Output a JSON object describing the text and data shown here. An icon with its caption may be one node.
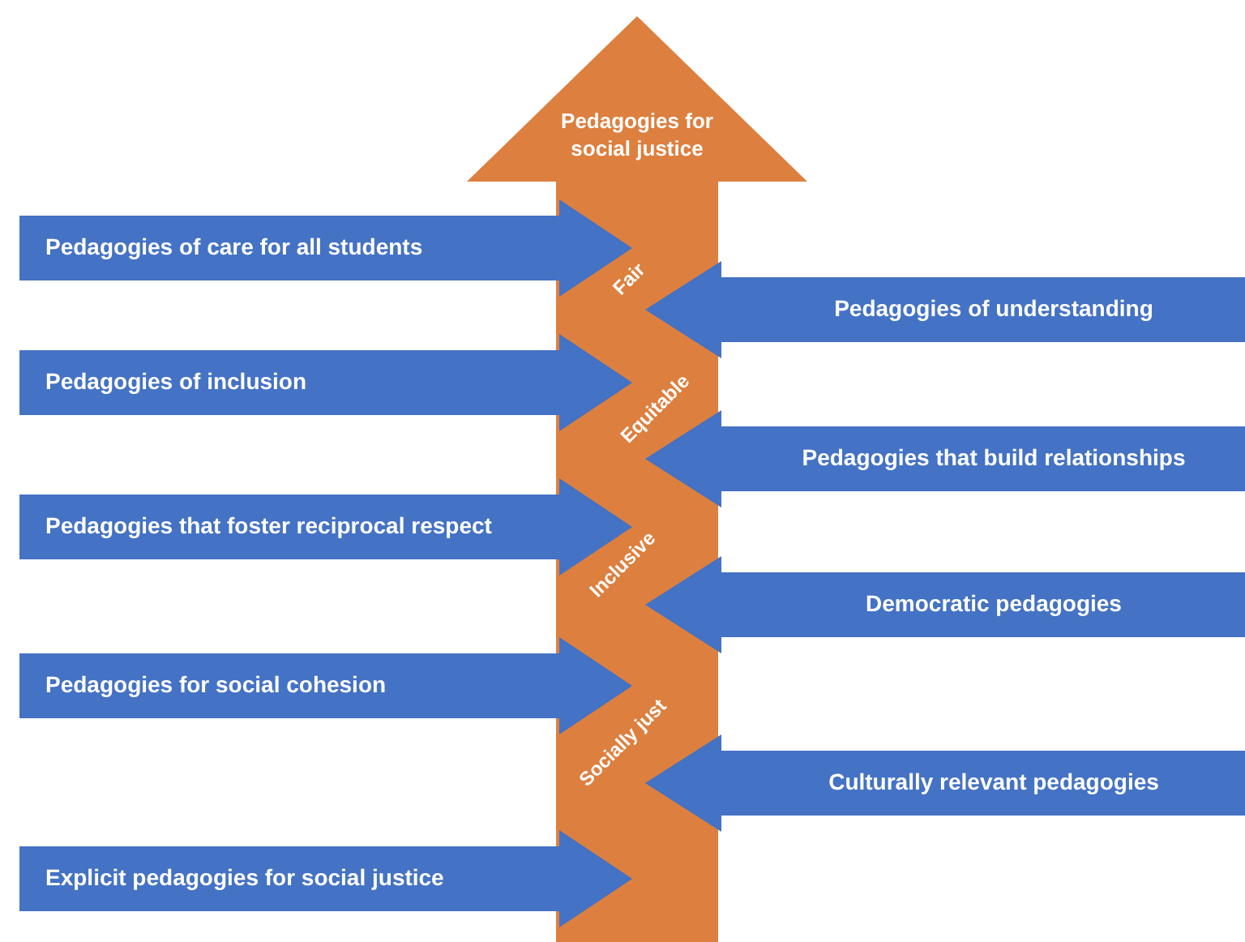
{
  "diagram": {
    "nodes": [
      {
        "text": [
          "Pedagogies for social justice",
          "Fair",
          "Equitable",
          "Inclusive",
          "Socially just"
        ]
      },
      {
        "text": [
          "Pedagogies of care for all students"
        ]
      },
      {
        "text": [
          "Pedagogies of understanding"
        ]
      },
      {
        "text": [
          "Pedagogies of inclusion"
        ]
      },
      {
        "text": [
          "Pedagogies that build relationships"
        ]
      },
      {
        "text": [
          "Pedagogies that foster reciprocal respect"
        ]
      },
      {
        "text": [
          "Democratic pedagogies"
        ]
      },
      {
        "text": [
          "Pedagogies for social cohesion"
        ]
      },
      {
        "text": [
          "Culturally relevant pedagogies"
        ]
      },
      {
        "text": [
          "Explicit pedagogies for social justice"
        ]
      }
    ]
  }
}
